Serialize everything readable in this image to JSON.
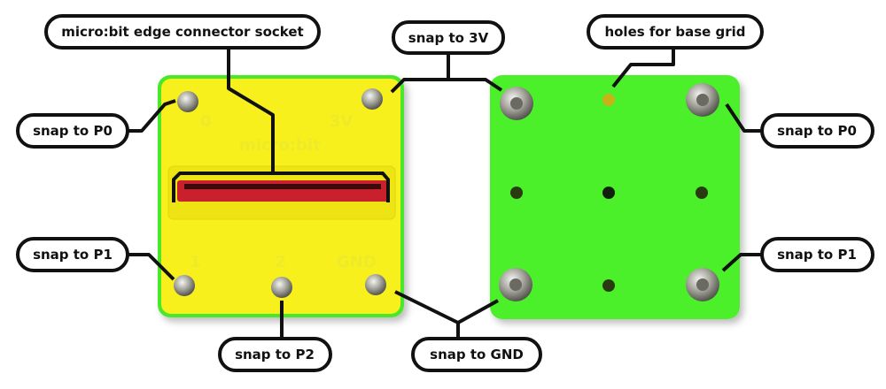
{
  "labels": {
    "socket": "micro:bit edge connector socket",
    "snap_3v": "snap to 3V",
    "holes": "holes for base grid",
    "p0_left": "snap to P0",
    "p0_right": "snap to P0",
    "p1_left": "snap to P1",
    "p1_right": "snap to P1",
    "p2": "snap to P2",
    "gnd": "snap to GND"
  },
  "embossed": {
    "p0": "0",
    "v3": "3V",
    "brand": "micro:bit",
    "p1": "1",
    "p2": "2",
    "gnd": "GND"
  },
  "colors": {
    "yellow_board": "#f7f01c",
    "green_board": "#4cf02a",
    "socket_red": "#c8202c",
    "label_border": "#111111"
  }
}
